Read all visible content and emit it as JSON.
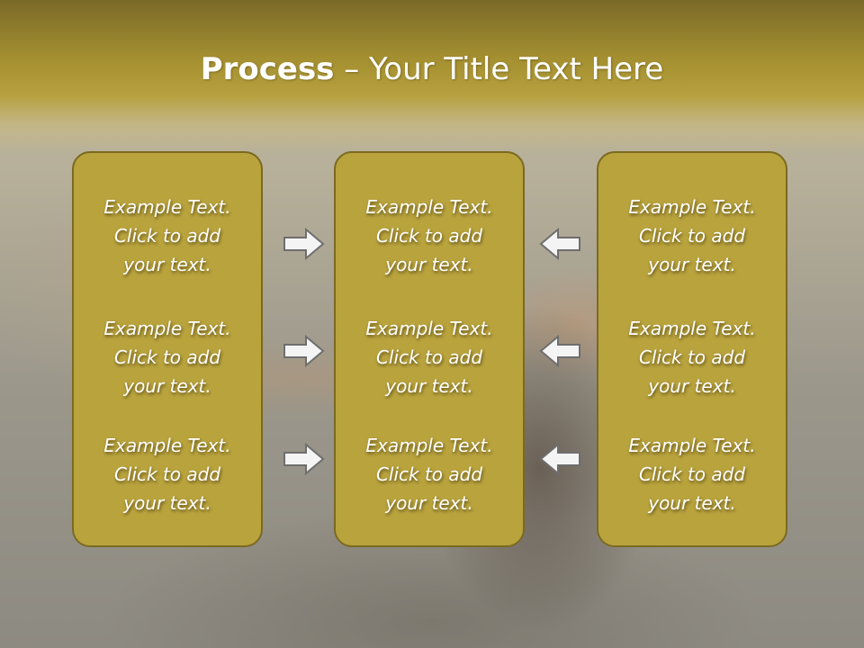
{
  "slide": {
    "title_bold": "Process",
    "title_rest": " – Your Title Text Here"
  },
  "columns": [
    {
      "cells": [
        {
          "line1": "Example Text.",
          "line2": "Click  to add",
          "line3": "your text."
        },
        {
          "line1": "Example Text.",
          "line2": "Click  to add",
          "line3": "your text."
        },
        {
          "line1": "Example Text.",
          "line2": "Click  to add",
          "line3": "your text."
        }
      ]
    },
    {
      "cells": [
        {
          "line1": "Example Text.",
          "line2": "Click  to add",
          "line3": "your text."
        },
        {
          "line1": "Example Text.",
          "line2": "Click  to add",
          "line3": "your text."
        },
        {
          "line1": "Example Text.",
          "line2": "Click  to add",
          "line3": "your text."
        }
      ]
    },
    {
      "cells": [
        {
          "line1": "Example Text.",
          "line2": "Click  to add",
          "line3": "your text."
        },
        {
          "line1": "Example Text.",
          "line2": "Click  to add",
          "line3": "your text."
        },
        {
          "line1": "Example Text.",
          "line2": "Click  to add",
          "line3": "your text."
        }
      ]
    }
  ],
  "arrows": {
    "left_group": "right-arrow-icon",
    "right_group": "left-arrow-icon"
  },
  "colors": {
    "title_band": "#a48f30",
    "box_fill": "#b9a33d",
    "box_border": "#7b6a20",
    "text": "#ffffff",
    "arrow_fill": "#f4f4f4",
    "arrow_stroke": "#6e6e6e"
  }
}
